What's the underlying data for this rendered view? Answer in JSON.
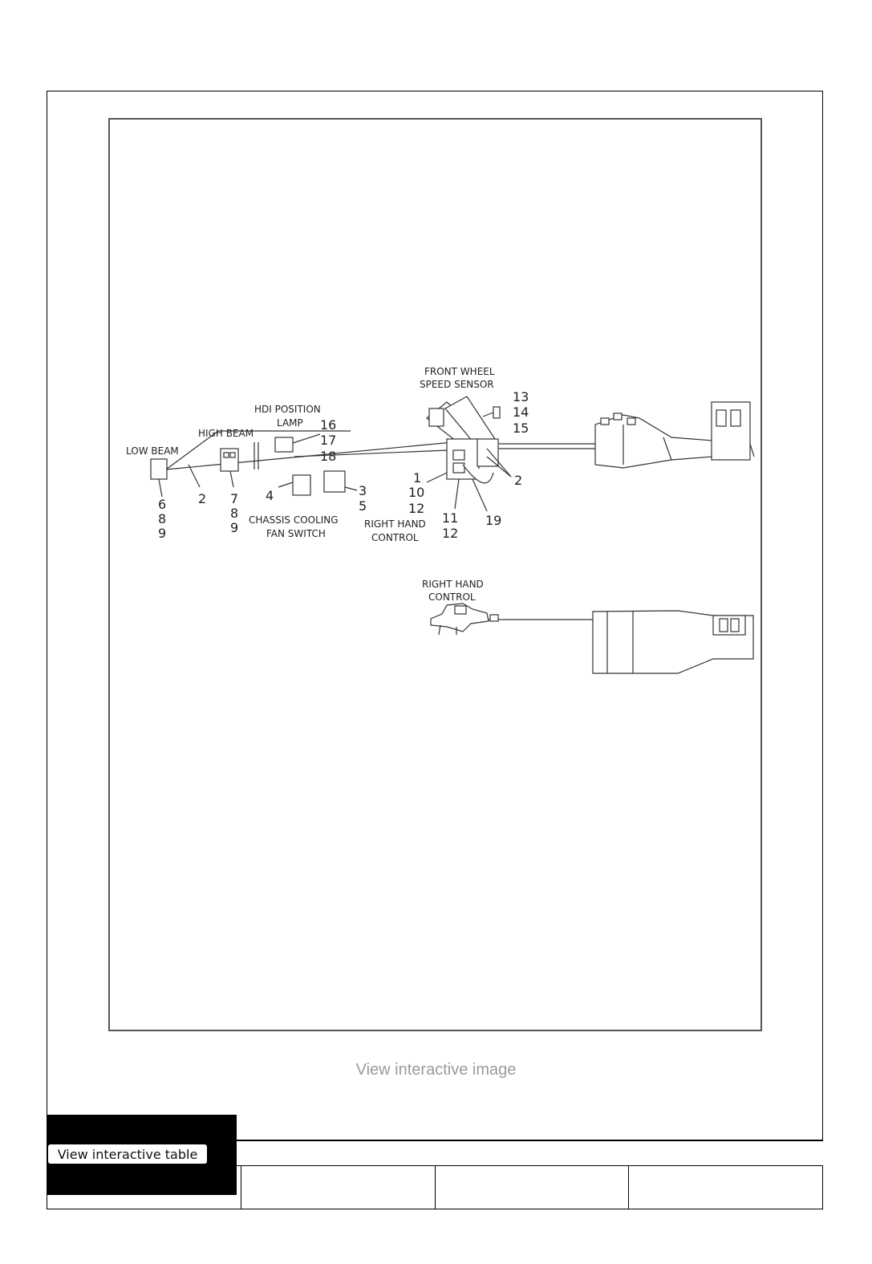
{
  "diagram": {
    "labels": {
      "low_beam": "LOW BEAM",
      "high_beam": "HIGH BEAM",
      "hdi_line1": "HDI POSITION",
      "hdi_line2": "LAMP",
      "front_wheel_line1": "FRONT WHEEL",
      "front_wheel_line2": "SPEED SENSOR",
      "chassis_line1": "CHASSIS COOLING",
      "chassis_line2": "FAN SWITCH",
      "rhc_line1": "RIGHT HAND",
      "rhc_line2": "CONTROL",
      "rhc2_line1": "RIGHT HAND",
      "rhc2_line2": "CONTROL"
    },
    "numbers": {
      "n13": "13",
      "n14": "14",
      "n15": "15",
      "n16": "16",
      "n17": "17",
      "n18": "18",
      "n2a": "2",
      "n2b": "2",
      "n6": "6",
      "n8a": "8",
      "n9a": "9",
      "n7": "7",
      "n8b": "8",
      "n9b": "9",
      "n4": "4",
      "n3": "3",
      "n5": "5",
      "n1": "1",
      "n10": "10",
      "n12a": "12",
      "n11": "11",
      "n12b": "12",
      "n19": "19"
    }
  },
  "links": {
    "view_image": "View interactive image",
    "view_table": "View interactive table"
  },
  "table": {
    "cells": [
      "",
      "",
      "",
      ""
    ]
  }
}
